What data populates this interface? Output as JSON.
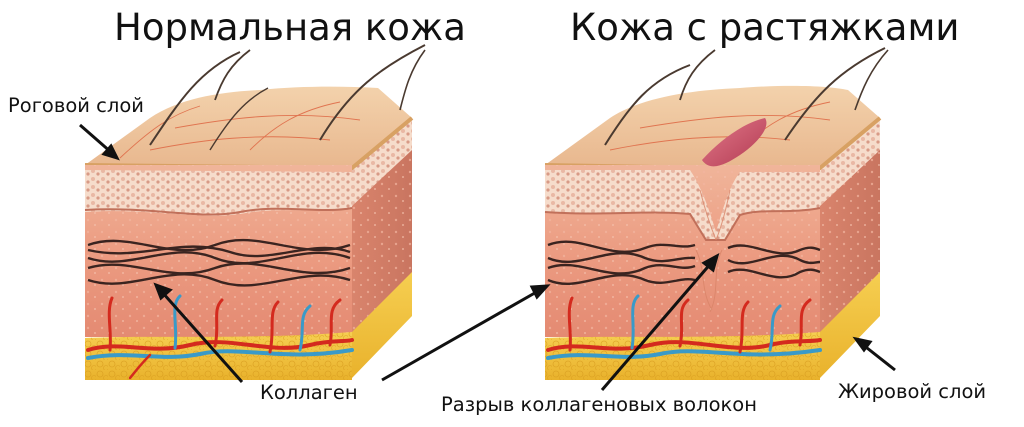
{
  "titles": {
    "normal": "Нормальная кожа",
    "stretch": "Кожа с растяжками"
  },
  "labels": {
    "horny_layer": "Роговой слой",
    "collagen": "Коллаген",
    "collagen_rupture": "Разрыв коллагеновых волокон",
    "fat_layer": "Жировой слой"
  },
  "colors": {
    "collagen_fiber": "#3a2420",
    "artery": "#d42a1e",
    "vein": "#3a9ac8",
    "fat": "#f2c238",
    "dermis": "#e8957a",
    "epidermis_top": "#f0c7a0",
    "scar": "#c44a60"
  }
}
